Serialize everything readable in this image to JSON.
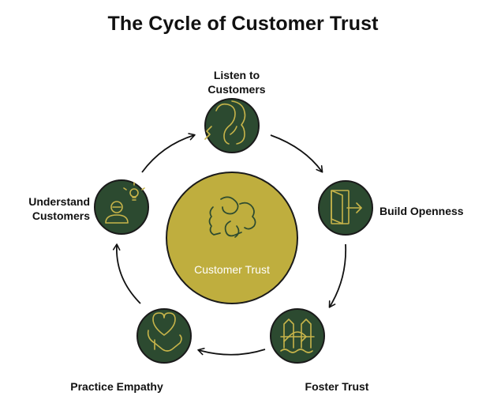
{
  "title": "The Cycle of Customer Trust",
  "center": {
    "label": "Customer Trust",
    "icon": "handshake-icon"
  },
  "steps": [
    {
      "label_lines": [
        "Listen to",
        "Customers"
      ],
      "icon": "ear-icon"
    },
    {
      "label_lines": [
        "Build Openness"
      ],
      "icon": "open-door-icon"
    },
    {
      "label_lines": [
        "Foster Trust"
      ],
      "icon": "bridge-icon"
    },
    {
      "label_lines": [
        "Practice Empathy"
      ],
      "icon": "heart-in-hand-icon"
    },
    {
      "label_lines": [
        "Understand",
        "Customers"
      ],
      "icon": "person-idea-icon"
    }
  ],
  "colors": {
    "node_fill": "#2c4a30",
    "icon_line": "#c7b44a",
    "center_fill": "#bfae3e",
    "outline": "#1a1a1a"
  }
}
